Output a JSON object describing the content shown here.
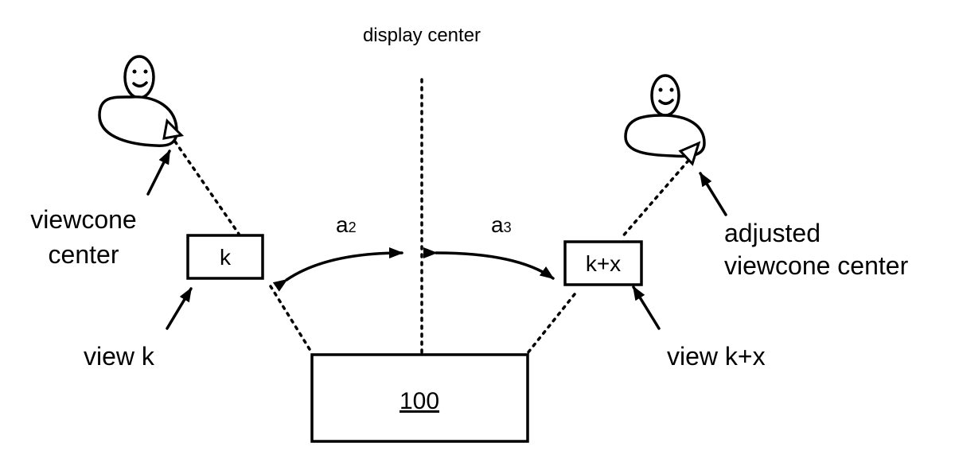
{
  "labels": {
    "display_center": "display center",
    "viewcone_center_line1": "viewcone",
    "viewcone_center_line2": "center",
    "adjusted_line1": "adjusted",
    "adjusted_line2": "viewcone center",
    "view_k": "view k",
    "view_kx": "view k+x",
    "box_k": "k",
    "box_kx": "k+x",
    "display_id": "100",
    "angle_a2_base": "a",
    "angle_a2_sub": "2",
    "angle_a3_base": "a",
    "angle_a3_sub": "3"
  }
}
